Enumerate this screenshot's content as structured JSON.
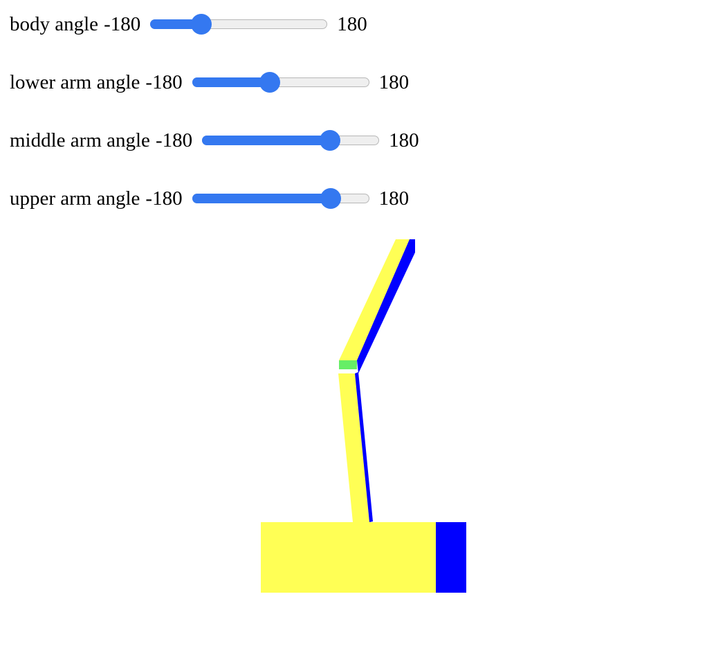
{
  "sliders": [
    {
      "label": "body angle",
      "min": "-180",
      "max": "180",
      "value_fraction": 0.26
    },
    {
      "label": "lower arm angle",
      "min": "-180",
      "max": "180",
      "value_fraction": 0.43
    },
    {
      "label": "middle arm angle",
      "min": "-180",
      "max": "180",
      "value_fraction": 0.75
    },
    {
      "label": "upper arm angle",
      "min": "-180",
      "max": "180",
      "value_fraction": 0.82
    }
  ],
  "scene": {
    "colors": {
      "face": "#ffff55",
      "side": "#0000ff",
      "joint": "#66ee66"
    }
  }
}
